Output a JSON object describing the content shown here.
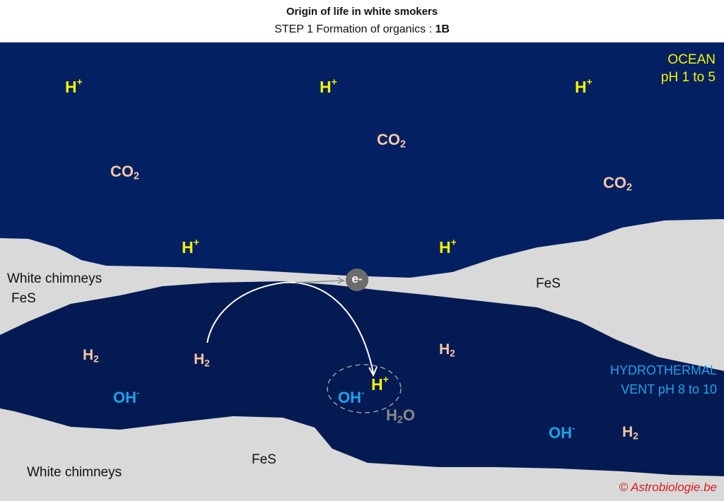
{
  "header": {
    "title": "Origin of life in white smokers",
    "subtitle_prefix": "STEP 1 Formation of organics : ",
    "subtitle_step": "1B"
  },
  "regions": {
    "ocean_line1": "OCEAN",
    "ocean_line2": "pH 1 to 5",
    "vent_line1": "HYDROTHERMAL",
    "vent_line2": "VENT pH 8 to 10"
  },
  "chimneys": {
    "left_label": "White chimneys",
    "left_mineral": "FeS",
    "right_mineral": "FeS",
    "bottom_mineral": "FeS",
    "bottom_label": "White chimneys"
  },
  "species": {
    "h_base": "H",
    "plus": "+",
    "co2_base": "CO",
    "two": "2",
    "oh_base": "OH",
    "minus": "-",
    "h2o_h": "H",
    "h2o_o": "O",
    "electron": "e-"
  },
  "colors": {
    "ocean": "#032063",
    "vent": "#041a52",
    "chimney": "#d9d9d9",
    "proton": "#f5f500",
    "hydrogen_co2": "#f5c9a6",
    "hydroxide": "#1fa3ea",
    "water": "#8a8a8a",
    "copyright": "#d81b1b"
  },
  "footer": {
    "copyright": "© Astrobiologie.be"
  }
}
